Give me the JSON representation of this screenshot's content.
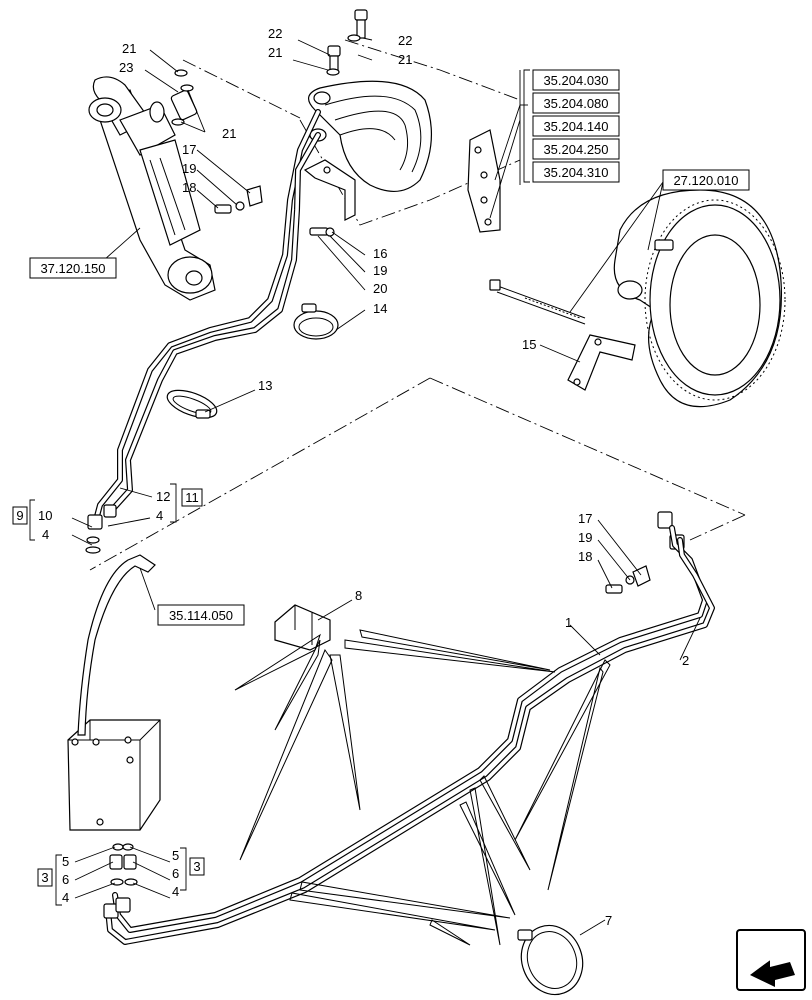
{
  "refs": {
    "r37_120_150": "37.120.150",
    "r35_204_030": "35.204.030",
    "r35_204_080": "35.204.080",
    "r35_204_140": "35.204.140",
    "r35_204_250": "35.204.250",
    "r35_204_310": "35.204.310",
    "r27_120_010": "27.120.010",
    "r35_114_050": "35.114.050"
  },
  "groups": {
    "g9": "9",
    "g11": "11",
    "g3a": "3",
    "g3b": "3"
  },
  "callouts": {
    "c22a": "22",
    "c21a": "21",
    "c22b": "22",
    "c21b": "21",
    "c21c": "21",
    "c23": "23",
    "c21d": "21",
    "c17a": "17",
    "c19a": "19",
    "c18a": "18",
    "c16": "16",
    "c19b": "19",
    "c20": "20",
    "c14": "14",
    "c13": "13",
    "c15": "15",
    "c12": "12",
    "c4a": "4",
    "c10": "10",
    "c4b": "4",
    "c17b": "17",
    "c19c": "19",
    "c18b": "18",
    "c8": "8",
    "c1": "1",
    "c2": "2",
    "c7": "7",
    "c5a": "5",
    "c6a": "6",
    "c4c": "4",
    "c5b": "5",
    "c6b": "6",
    "c4d": "4"
  }
}
